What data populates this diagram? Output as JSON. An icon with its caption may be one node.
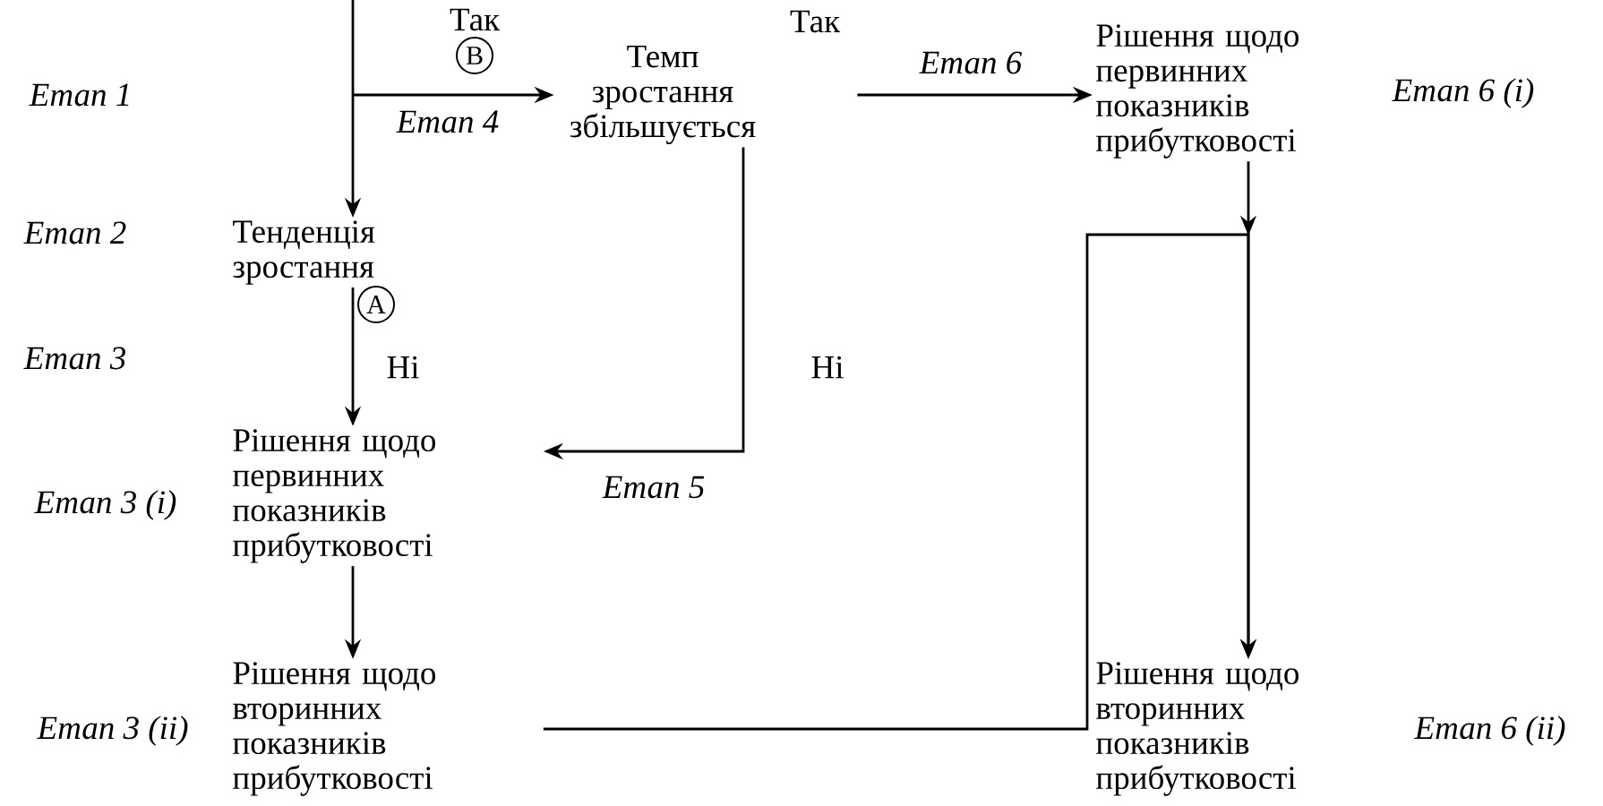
{
  "diagram": {
    "nodes": [
      {
        "text": [
          "Темп зростання збільшується"
        ]
      },
      {
        "text": [
          "Тенденція зростання"
        ],
        "beside": [
          "Етап 2"
        ]
      },
      {
        "text": [
          "Рішення щодо первинних показників прибутковості"
        ],
        "beside": [
          "Етап 3 (i)"
        ]
      },
      {
        "text": [
          "Рішення щодо вторинних показників прибутковості"
        ],
        "beside": [
          "Етап 3 (ii)"
        ]
      },
      {
        "text": [
          "Рішення щодо первинних показників прибутковості"
        ],
        "beside": [
          "Етап 6 (i)"
        ]
      },
      {
        "text": [
          "Рішення щодо вторинних показників прибутковості"
        ],
        "beside": [
          "Етап 6 (ii)"
        ]
      }
    ],
    "edges": [
      {
        "from": null,
        "to": 1,
        "arrow": "to"
      },
      {
        "from": null,
        "to": 0,
        "arrow": "to",
        "label": "Так"
      },
      {
        "from": 1,
        "to": 2,
        "arrow": "to",
        "label": "Ні"
      },
      {
        "from": 0,
        "to": 2,
        "arrow": "to",
        "label": "Ні"
      },
      {
        "from": 0,
        "to": 4,
        "arrow": "to",
        "label": "Так"
      },
      {
        "from": 2,
        "to": 3,
        "arrow": "to"
      },
      {
        "from": 3,
        "to": 5,
        "arrow": "to"
      },
      {
        "from": 4,
        "to": 5,
        "arrow": "to"
      }
    ],
    "labels": [
      "Етап 6",
      "B",
      "Етап 1",
      "Етап 4",
      "A",
      "Етап 3",
      "Етап 5"
    ]
  }
}
